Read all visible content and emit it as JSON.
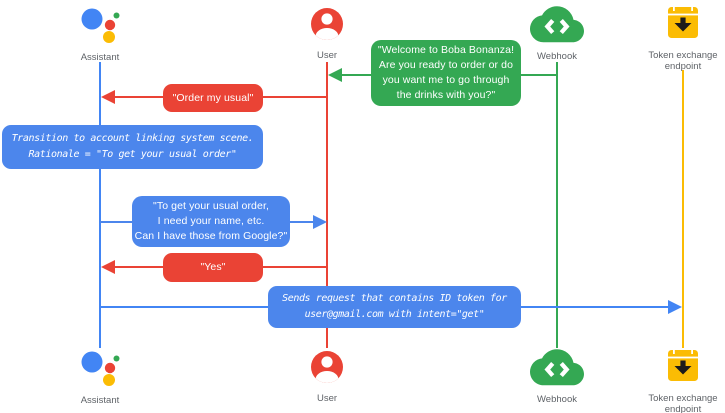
{
  "actors": {
    "assistant": {
      "label": "Assistant",
      "icon": "google-assistant-icon",
      "color": "#4285F4"
    },
    "user": {
      "label": "User",
      "icon": "user-icon",
      "color": "#EA4335"
    },
    "webhook": {
      "label": "Webhook",
      "icon": "webhook-cloud-icon",
      "color": "#34A853"
    },
    "token": {
      "label": "Token exchange endpoint",
      "icon": "token-exchange-endpoint-icon",
      "color": "#FBBC04"
    }
  },
  "messages": {
    "welcome": {
      "from": "Webhook",
      "to": "User",
      "color": "#34A853",
      "text": "\"Welcome to Boba Bonanza!\nAre you ready to order or do\nyou want me to go through\nthe drinks with you?\""
    },
    "order_usual": {
      "from": "User",
      "to": "Assistant",
      "color": "#EA4335",
      "text": "\"Order my usual\""
    },
    "transition_note": {
      "on": "Assistant",
      "color": "#4C86EC",
      "text": "Transition to account linking system scene.\nRationale = \"To get your usual order\""
    },
    "ask_permission": {
      "from": "Assistant",
      "to": "User",
      "color": "#4C86EC",
      "text": "\"To get your usual order,\nI need your name, etc.\nCan I have those from Google?\""
    },
    "yes": {
      "from": "User",
      "to": "Assistant",
      "color": "#EA4335",
      "text": "\"Yes\""
    },
    "sends_request": {
      "from": "Assistant",
      "to": "Token exchange endpoint",
      "color": "#4C86EC",
      "text": "Sends request that contains ID token for\nuser@gmail.com with intent=\"get\""
    }
  }
}
